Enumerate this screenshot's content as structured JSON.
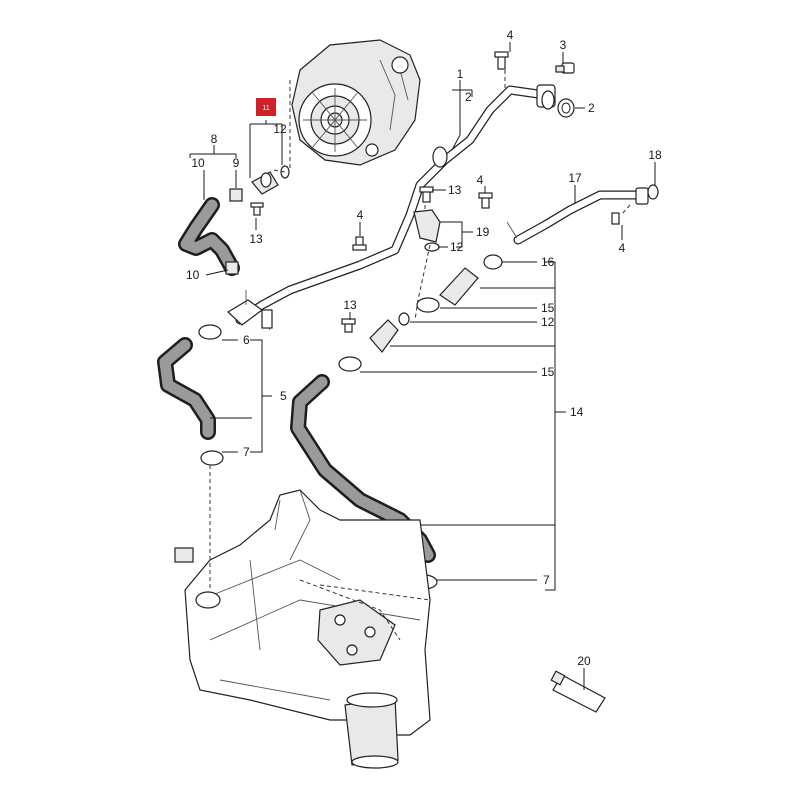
{
  "callouts": {
    "c1": "1",
    "c2a": "2",
    "c2b": "2",
    "c3": "3",
    "c4a": "4",
    "c4b": "4",
    "c4c": "4",
    "c4d": "4",
    "c5": "5",
    "c6": "6",
    "c7a": "7",
    "c7b": "7",
    "c8": "8",
    "c9": "9",
    "c10a": "10",
    "c10b": "10",
    "c11": "11",
    "c12a": "12",
    "c12b": "12",
    "c12c": "12",
    "c13a": "13",
    "c13b": "13",
    "c13c": "13",
    "c14": "14",
    "c15a": "15",
    "c15b": "15",
    "c16": "16",
    "c17": "17",
    "c18": "18",
    "c19": "19",
    "c20": "20"
  },
  "colors": {
    "highlight": "#d0202a",
    "line": "#1a1a1a",
    "background": "#ffffff"
  }
}
